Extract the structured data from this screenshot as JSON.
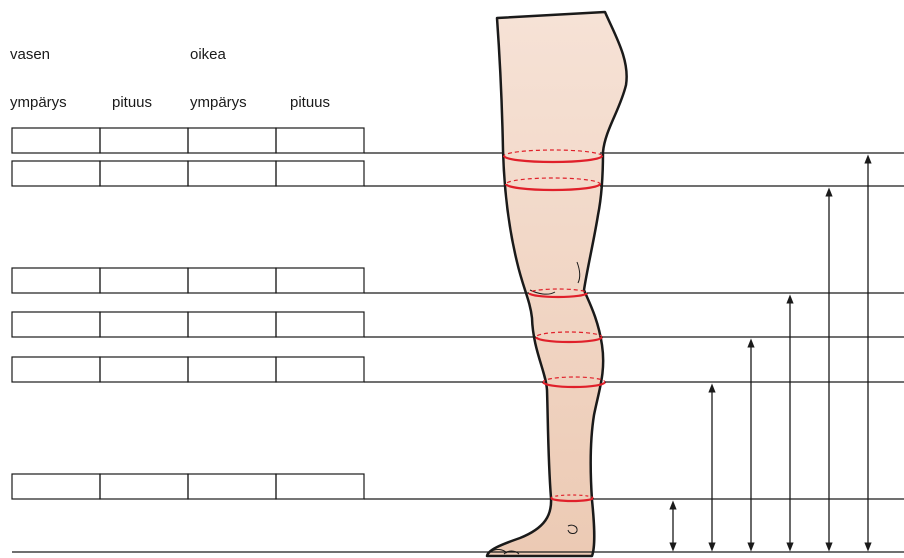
{
  "header": {
    "left_group": "vasen",
    "right_group": "oikea",
    "columns": [
      "ympärys",
      "pituus",
      "ympärys",
      "pituus"
    ]
  },
  "measurement_rows": [
    {
      "ympärys_vasen": "",
      "pituus_vasen": "",
      "ympärys_oikea": "",
      "pituus_oikea": ""
    },
    {
      "ympärys_vasen": "",
      "pituus_vasen": "",
      "ympärys_oikea": "",
      "pituus_oikea": ""
    },
    {
      "ympärys_vasen": "",
      "pituus_vasen": "",
      "ympärys_oikea": "",
      "pituus_oikea": ""
    },
    {
      "ympärys_vasen": "",
      "pituus_vasen": "",
      "ympärys_oikea": "",
      "pituus_oikea": ""
    },
    {
      "ympärys_vasen": "",
      "pituus_vasen": "",
      "ympärys_oikea": "",
      "pituus_oikea": ""
    },
    {
      "ympärys_vasen": "",
      "pituus_vasen": "",
      "ympärys_oikea": "",
      "pituus_oikea": ""
    }
  ],
  "colors": {
    "skin": "#f2d5c3",
    "skin_shade": "#e8bfa6",
    "outline": "#1a1a1a",
    "measure": "#e0202a",
    "ink": "#1a1a1a"
  }
}
